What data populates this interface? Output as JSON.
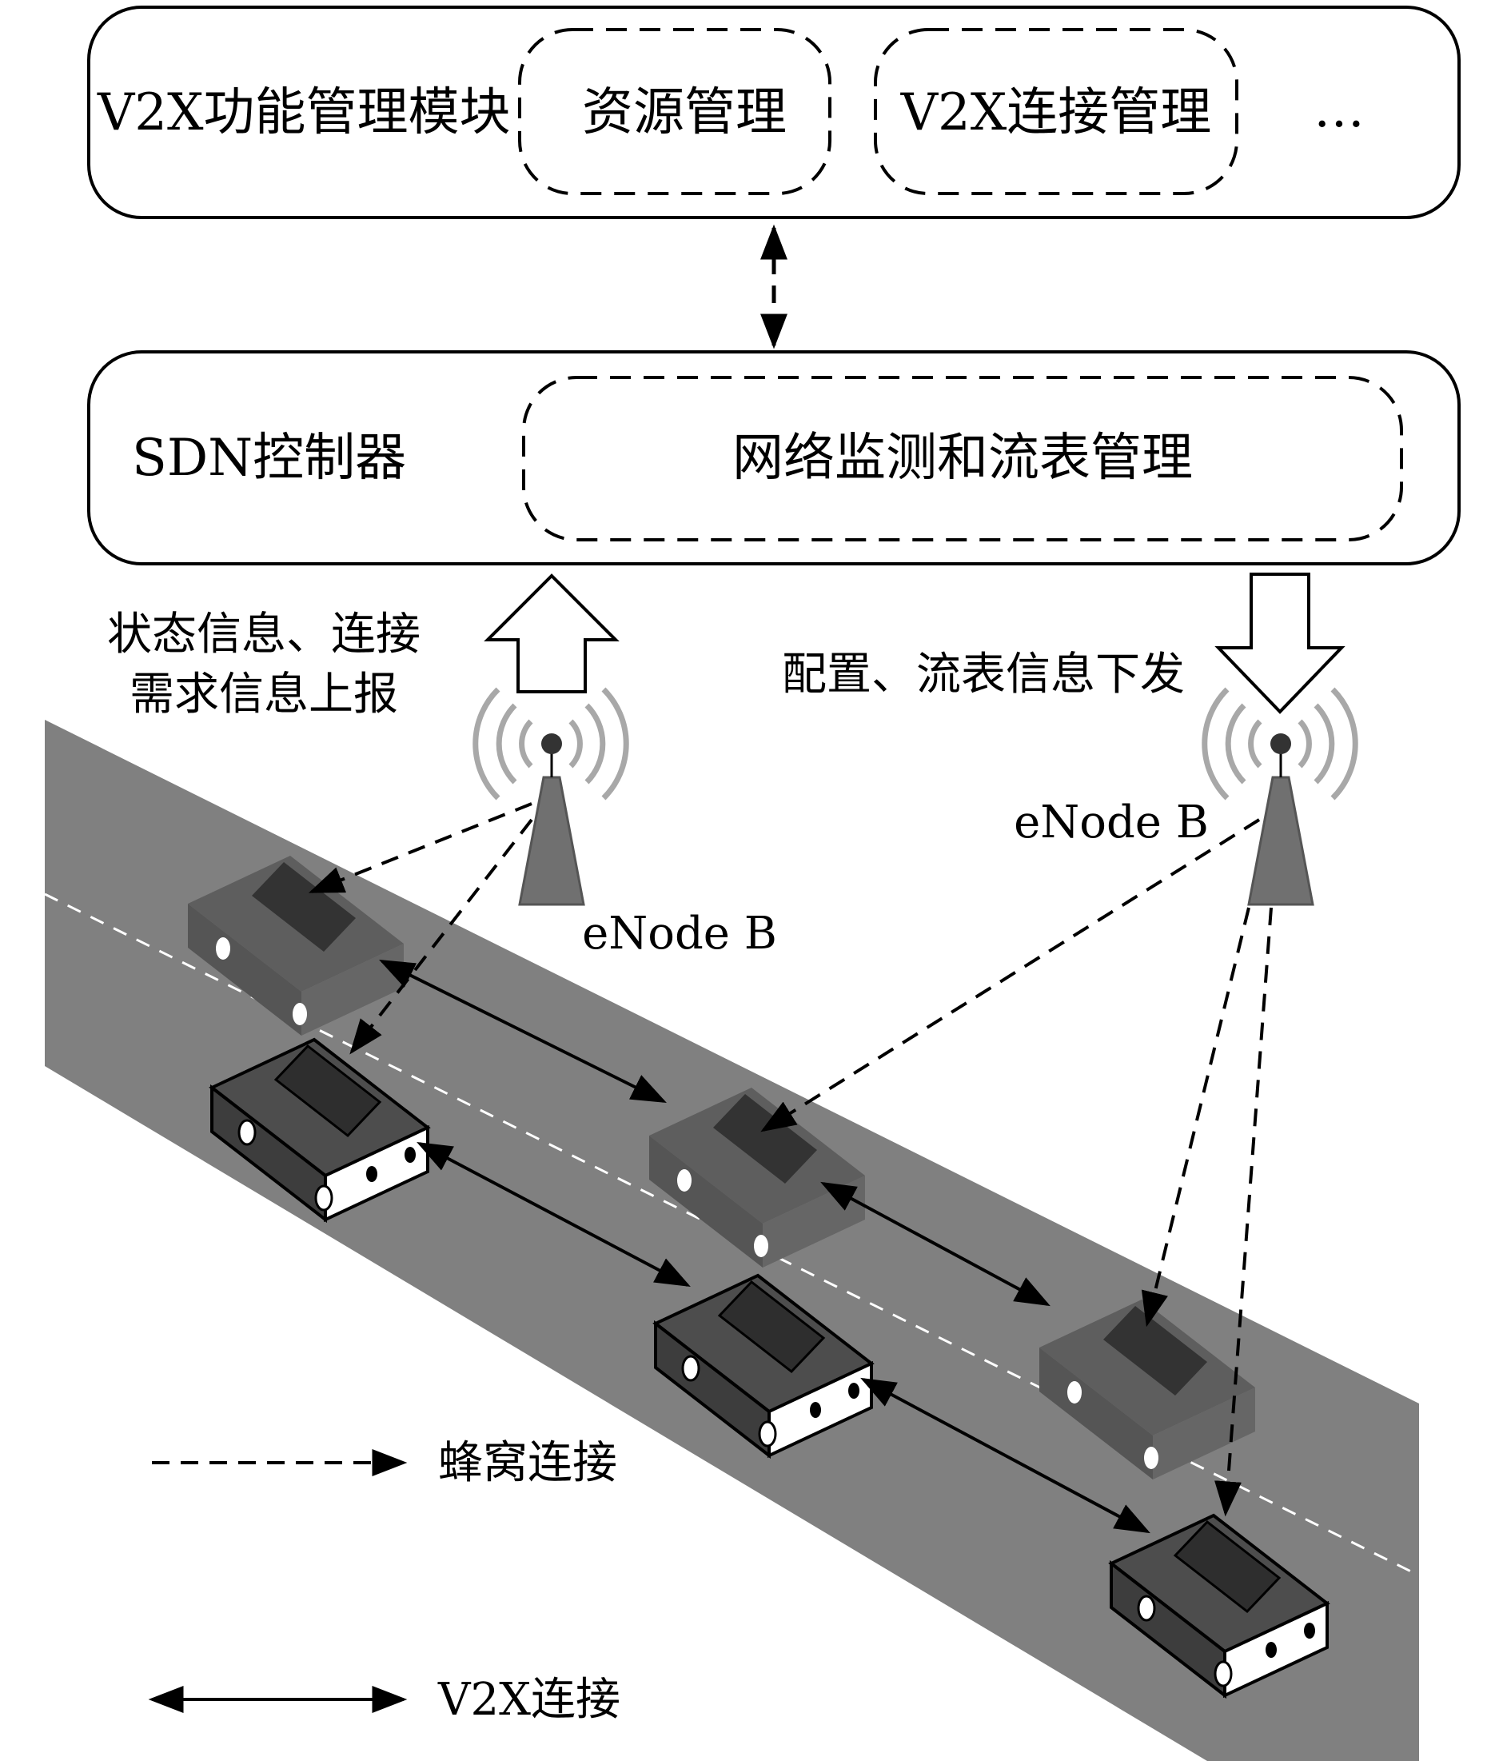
{
  "top_module": {
    "title": "V2X功能管理模块",
    "sub_resource": "资源管理",
    "sub_connection": "V2X连接管理",
    "ellipsis": "…"
  },
  "controller": {
    "title": "SDN控制器",
    "sub_monitor": "网络监测和流表管理"
  },
  "uplink": {
    "line1": "状态信息、连接",
    "line2": "需求信息上报"
  },
  "downlink": {
    "label": "配置、流表信息下发"
  },
  "base_stations": {
    "left": "eNode B",
    "right": "eNode B"
  },
  "legend": {
    "cellular": "蜂窝连接",
    "v2x": "V2X连接"
  },
  "colors": {
    "road": "#808080",
    "car_body": "#4d4d4d",
    "car_roof": "#2e2e2e",
    "car_faded": "#5e5e5e",
    "tower": "#707070",
    "signal_ring": "#a8a8a8"
  }
}
